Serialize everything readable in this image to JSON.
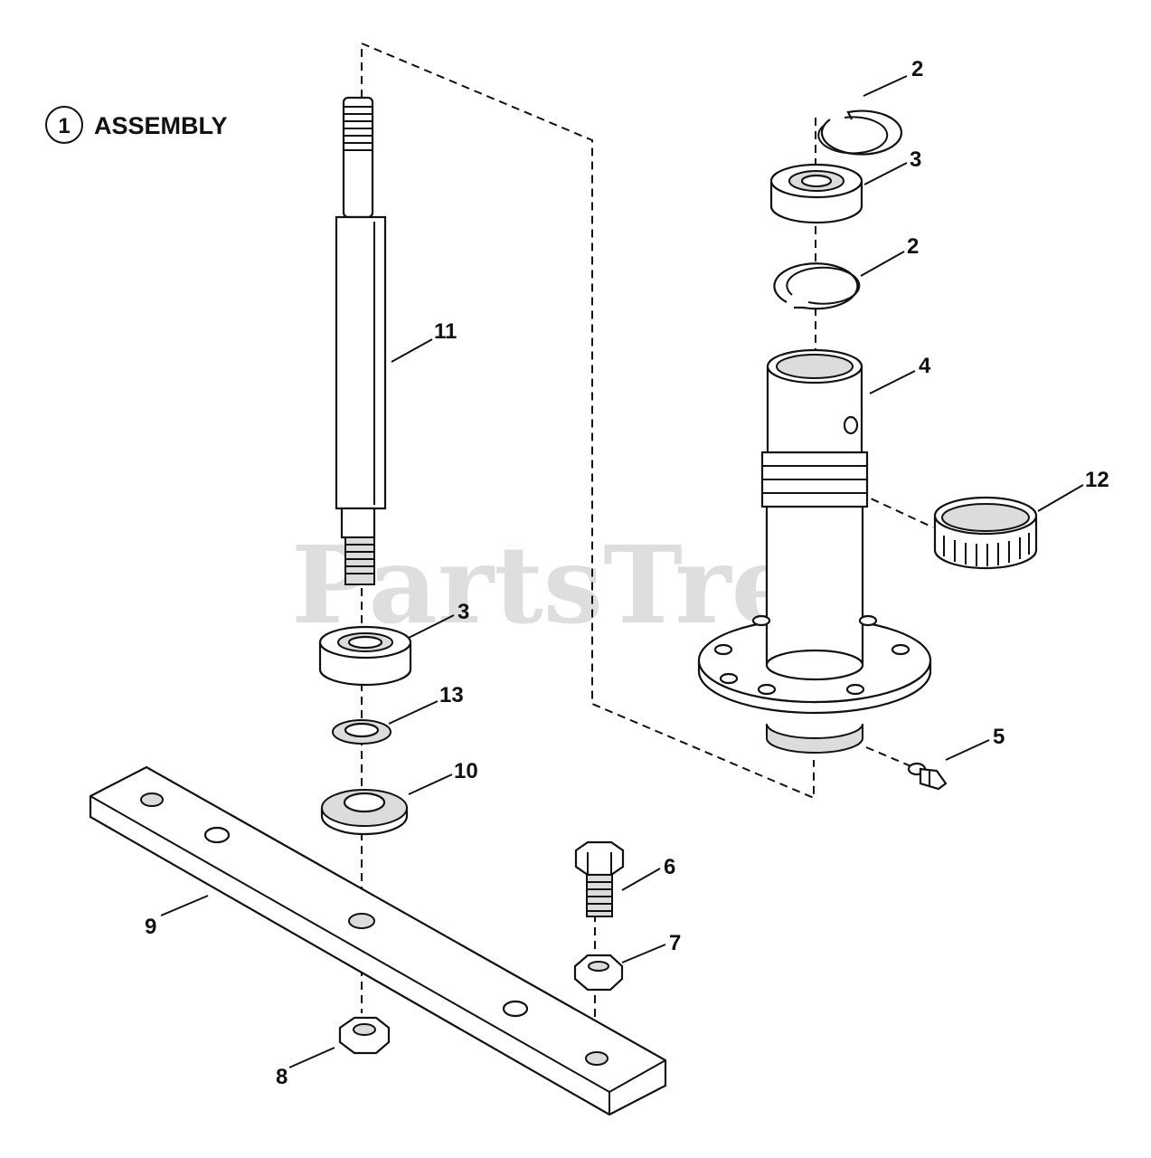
{
  "assembly": {
    "number": "1",
    "label": "ASSEMBLY"
  },
  "watermark": {
    "text": "PartsTree",
    "mark": "™"
  },
  "callouts": {
    "shaft": "11",
    "lower_bearing": "3",
    "spacer": "13",
    "cup_washer": "10",
    "blade": "9",
    "hex_nut_large": "8",
    "bolt": "6",
    "nut_small": "7",
    "snap_ring_top": "2",
    "upper_bearing": "3",
    "snap_ring_lower": "2",
    "housing": "4",
    "needle_bearing": "12",
    "grease_fitting": "5"
  }
}
